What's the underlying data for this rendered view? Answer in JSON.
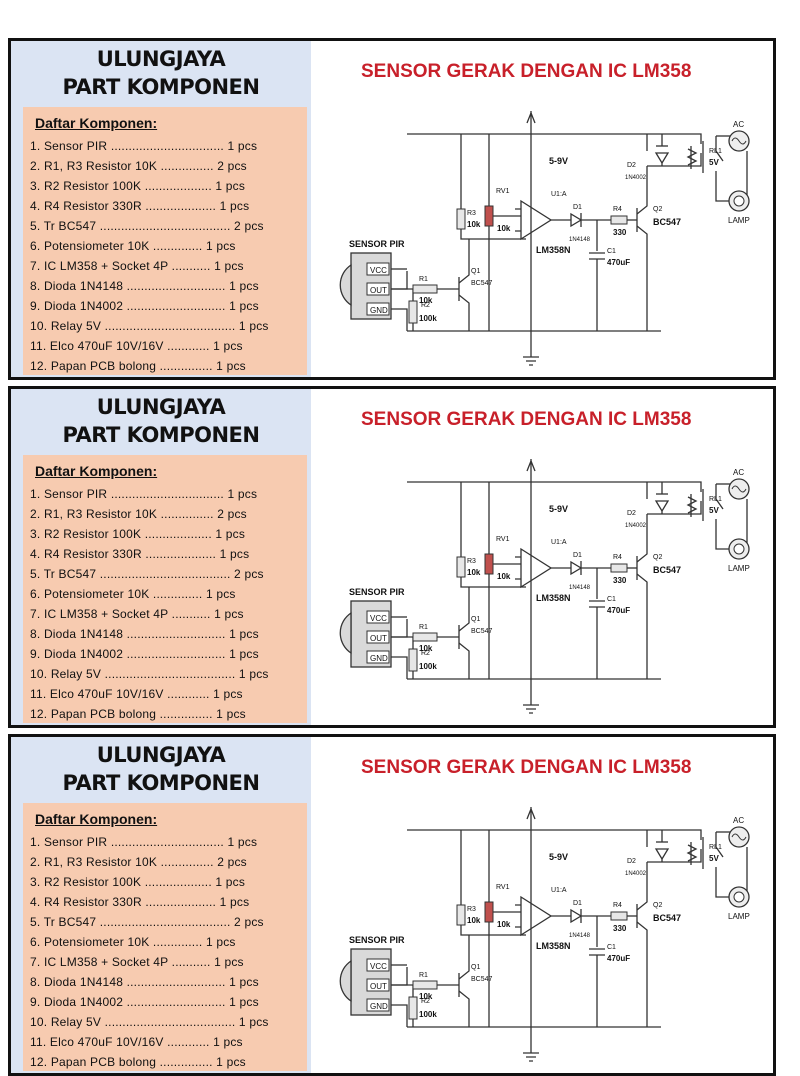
{
  "brand": {
    "line1": "ULUNGJAYA",
    "line2": "PART KOMPONEN"
  },
  "list": {
    "title": "Daftar Komponen:",
    "items": [
      "1. Sensor PIR ................................ 1 pcs",
      "2. R1, R3 Resistor 10K ............... 2 pcs",
      "3. R2 Resistor 100K ................... 1 pcs",
      "4. R4 Resistor 330R .................... 1 pcs",
      "5. Tr BC547 ..................................... 2 pcs",
      "6. Potensiometer 10K .............. 1 pcs",
      "7. IC LM358 + Socket 4P ........... 1 pcs",
      "8. Dioda 1N4148 ............................ 1 pcs",
      "9. Dioda 1N4002 ............................ 1 pcs",
      "10.  Relay 5V ..................................... 1 pcs",
      "11.  Elco 470uF 10V/16V ............ 1 pcs",
      "12.  Papan PCB bolong ............... 1 pcs"
    ]
  },
  "circuit": {
    "title": "SENSOR GERAK DENGAN IC LM358",
    "labels": {
      "sensor": "SENSOR PIR",
      "vcc": "VCC",
      "out": "OUT",
      "gnd": "GND",
      "supply": "5-9V",
      "rv1": "RV1",
      "u1a": "U1:A",
      "ic": "LM358N",
      "r1": "R1",
      "r1v": "10k",
      "r2": "R2",
      "r2v": "100k",
      "r3": "R3",
      "r3v": "10k",
      "rv1v": "10k",
      "q1": "Q1",
      "q1t": "BC547",
      "d1": "D1",
      "d1t": "1N4148",
      "r4": "R4",
      "r4v": "330",
      "c1": "C1",
      "c1v": "470uF",
      "q2": "Q2",
      "q2t": "BC547",
      "d2": "D2",
      "d2t": "1N4002",
      "rl1": "RL1",
      "rl1v": "5V",
      "ac": "AC",
      "lamp": "LAMP"
    }
  },
  "colors": {
    "title_red": "#c8202a",
    "left_bg": "#dbe4f3",
    "list_bg": "#f7cbb0",
    "resistor": "#c0504d"
  }
}
